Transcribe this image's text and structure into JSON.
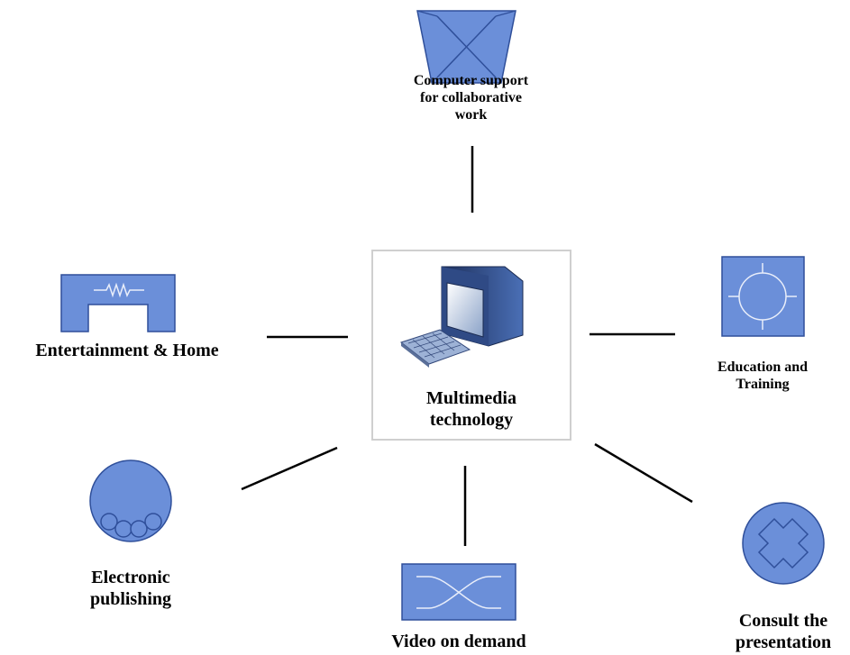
{
  "center": {
    "line1": "Multimedia",
    "line2": "technology"
  },
  "nodes": {
    "csc": {
      "line1": "Computer support",
      "line2": "for collaborative",
      "line3": "work"
    },
    "entertainment": {
      "line1": "Entertainment & Home"
    },
    "education": {
      "line1": "Education and",
      "line2": "Training"
    },
    "publishing": {
      "line1": "Electronic",
      "line2": "publishing"
    },
    "video": {
      "line1": "Video on demand"
    },
    "consult": {
      "line1": "Consult the",
      "line2": "presentation"
    }
  },
  "colors": {
    "shape_fill": "#6b8fd9",
    "shape_stroke": "#2f4f9a",
    "connector": "#000000",
    "box_border": "#cfcfcf"
  }
}
